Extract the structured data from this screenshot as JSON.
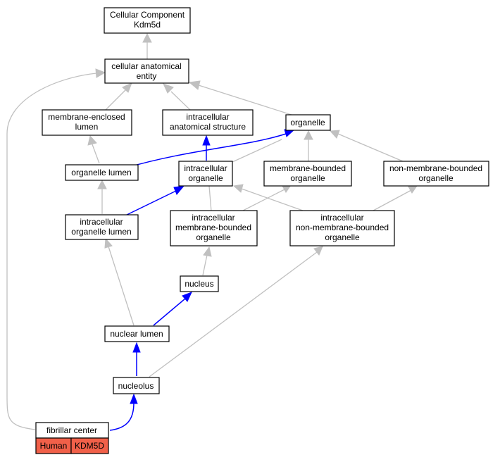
{
  "nodes": {
    "root": [
      "Cellular Component",
      "Kdm5d"
    ],
    "cae": [
      "cellular anatomical",
      "entity"
    ],
    "mel": [
      "membrane-enclosed",
      "lumen"
    ],
    "ias": [
      "intracellular",
      "anatomical structure"
    ],
    "org": [
      "organelle"
    ],
    "ol": [
      "organelle lumen"
    ],
    "io": [
      "intracellular",
      "organelle"
    ],
    "mbo": [
      "membrane-bounded",
      "organelle"
    ],
    "nmbo": [
      "non-membrane-bounded",
      "organelle"
    ],
    "iol": [
      "intracellular",
      "organelle lumen"
    ],
    "imbo": [
      "intracellular",
      "membrane-bounded",
      "organelle"
    ],
    "inmbo": [
      "intracellular",
      "non-membrane-bounded",
      "organelle"
    ],
    "nuc": [
      "nucleus"
    ],
    "nl": [
      "nuclear lumen"
    ],
    "nucleolus": [
      "nucleolus"
    ],
    "fc": [
      "fibrillar center"
    ]
  },
  "tags": {
    "species": "Human",
    "gene": "KDM5D"
  },
  "colors": {
    "is_a_edge": "#c0c0c0",
    "part_of_edge": "#0000ff",
    "tag_fill": "#f16049"
  }
}
